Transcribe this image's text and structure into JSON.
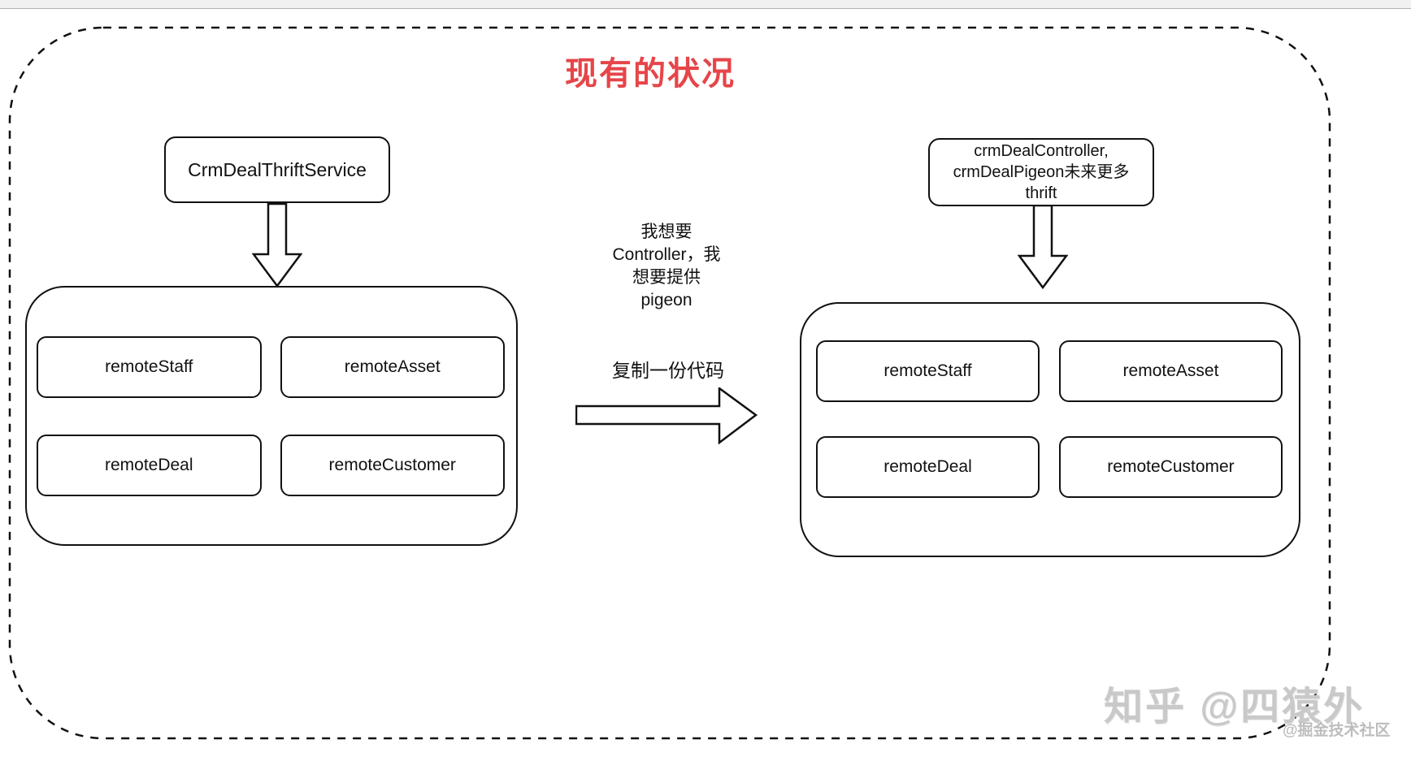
{
  "title": {
    "text": "现有的状况",
    "color": "#e64549"
  },
  "left_group": {
    "service_label": "CrmDealThriftService",
    "children": [
      "remoteStaff",
      "remoteAsset",
      "remoteDeal",
      "remoteCustomer"
    ]
  },
  "right_group": {
    "service_label": "crmDealController,\ncrmDealPigeon未来更多\nthrift",
    "children": [
      "remoteStaff",
      "remoteAsset",
      "remoteDeal",
      "remoteCustomer"
    ]
  },
  "middle": {
    "note": "我想要\nController，我\n想要提供\npigeon",
    "arrow_label": "复制一份代码"
  },
  "watermark": {
    "main": "知乎 @四猿外",
    "sub": "@掘金技术社区"
  },
  "colors": {
    "stroke": "#111111",
    "title_red": "#e64549",
    "watermark_gray": "#c9c9c9"
  }
}
